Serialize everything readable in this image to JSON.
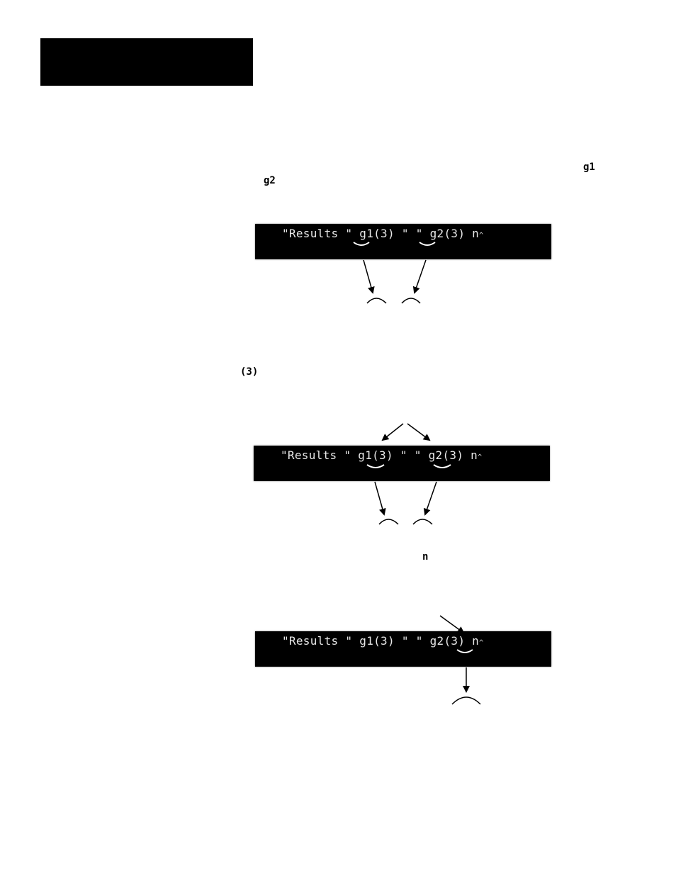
{
  "header": {
    "bar_color": "#000000"
  },
  "labels": {
    "g1": "g1",
    "g2": "g2",
    "paren3": "(3)",
    "n": "n"
  },
  "terminal_lines": [
    {
      "text": "\"Results \" g1(3) \" \" g2(3) n",
      "cursor": "^"
    },
    {
      "text": "\"Results \" g1(3) \" \" g2(3) n",
      "cursor": "^"
    },
    {
      "text": "\"Results \" g1(3) \" \" g2(3) n",
      "cursor": "^"
    }
  ]
}
